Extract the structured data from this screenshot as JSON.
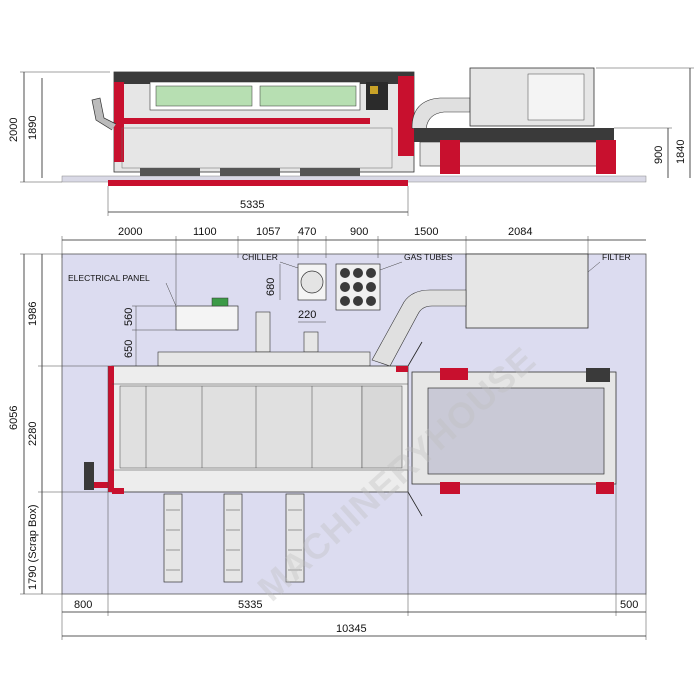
{
  "colors": {
    "floor": "#dcdcf0",
    "machine_body": "#e6e6e6",
    "machine_dark": "#3a3a3a",
    "accent_red": "#c8102e",
    "glass": "#b7dfb2",
    "table_inner": "#c9c9d6"
  },
  "side_view": {
    "dims": {
      "height_total": "2000",
      "height_machine": "1890",
      "height_filter": "1840",
      "height_table": "900",
      "length_machine": "5335"
    }
  },
  "plan_view": {
    "top_dims": [
      "2000",
      "1100",
      "1057",
      "470",
      "900",
      "1500",
      "2084"
    ],
    "left_dims": {
      "total": "6056",
      "upper": "1986",
      "middle": "2280",
      "lower": "1790 (Scrap Box)"
    },
    "inner_dims": {
      "panel_h1": "560",
      "panel_h2": "650",
      "chiller_h": "680",
      "chiller_gap": "220"
    },
    "bottom_dims": {
      "left_margin": "800",
      "machine_len": "5335",
      "right_margin": "500",
      "total": "10345"
    },
    "labels": {
      "electrical_panel": "ELECTRICAL PANEL",
      "chiller": "CHILLER",
      "gas_tubes": "GAS TUBES",
      "filter": "FILTER"
    }
  },
  "watermark": "MACHINERYHOUSE"
}
